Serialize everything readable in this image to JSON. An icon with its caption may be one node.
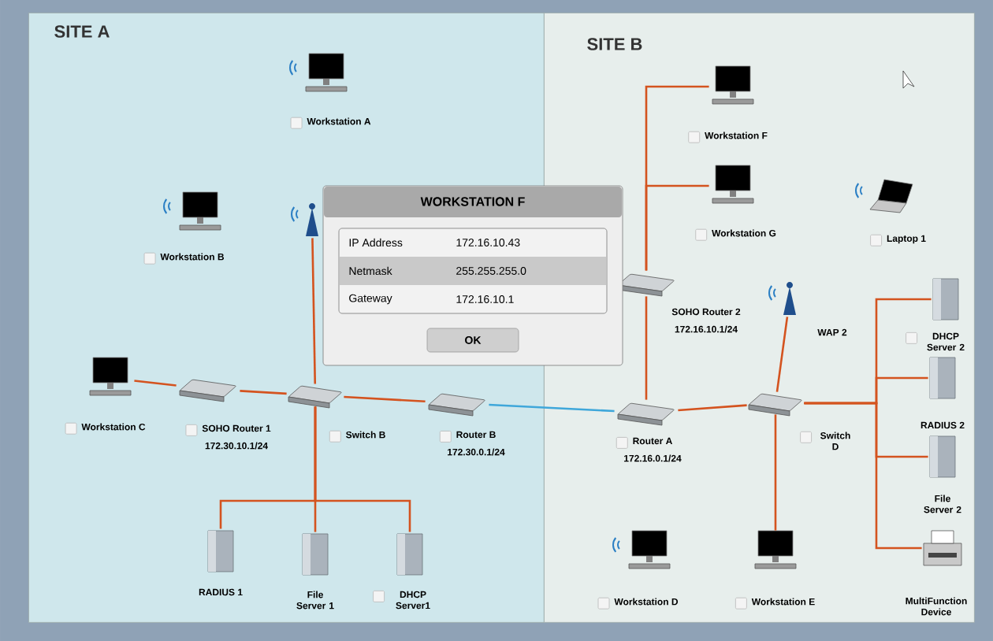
{
  "diagram": {
    "nodes": [
      {
        "text": [
          "SITE A"
        ]
      },
      {
        "text": [
          "SITE B"
        ]
      },
      {
        "text": [
          "Workstation A"
        ],
        "in": 0
      },
      {
        "text": [
          "Workstation B"
        ],
        "in": 0
      },
      {
        "text": [],
        "shape": "picture",
        "in": 0
      },
      {
        "text": [
          "Workstation C"
        ],
        "in": 0
      },
      {
        "text": [
          "SOHO Router 1",
          "172.30.10.1/24"
        ],
        "in": 0
      },
      {
        "text": [
          "Switch B"
        ],
        "in": 0
      },
      {
        "text": [
          "Router B",
          "172.30.0.1/24"
        ],
        "in": 0
      },
      {
        "text": [
          "RADIUS 1"
        ],
        "in": 0
      },
      {
        "text": [
          "File Server 1"
        ],
        "in": 0
      },
      {
        "text": [
          "DHCP Server1"
        ],
        "in": 0
      },
      {
        "text": [
          "Workstation F"
        ],
        "in": 1
      },
      {
        "text": [
          "Workstation G"
        ],
        "in": 1
      },
      {
        "text": [
          "Laptop 1"
        ],
        "in": 1
      },
      {
        "text": [
          "SOHO Router 2",
          "172.16.10.1/24"
        ],
        "in": 1
      },
      {
        "text": [
          "WAP 2"
        ],
        "in": 1
      },
      {
        "text": [
          "Switch D"
        ],
        "in": 1
      },
      {
        "text": [
          "Router A",
          "172.16.0.1/24"
        ],
        "in": 1
      },
      {
        "text": [
          "DHCP Server 2"
        ],
        "in": 1
      },
      {
        "text": [
          "RADIUS 2"
        ],
        "in": 1
      },
      {
        "text": [
          "File Server 2"
        ],
        "in": 1
      },
      {
        "text": [
          "MultiFunction Device"
        ],
        "in": 1
      },
      {
        "text": [
          "Workstation D"
        ],
        "in": 1
      },
      {
        "text": [
          "Workstation E"
        ],
        "in": 1
      },
      {
        "text": [
          "WORKSTATION F"
        ]
      },
      {
        "text": [
          "OK"
        ]
      }
    ],
    "edges": [
      {
        "from": 5,
        "to": 6,
        "arrow": "none"
      },
      {
        "from": 6,
        "to": 7,
        "arrow": "none"
      },
      {
        "from": 4,
        "to": 7,
        "arrow": "none"
      },
      {
        "from": 7,
        "to": 8,
        "arrow": "none"
      },
      {
        "from": 7,
        "to": 9,
        "arrow": "none"
      },
      {
        "from": 7,
        "to": 10,
        "arrow": "none"
      },
      {
        "from": 7,
        "to": 11,
        "arrow": "none"
      },
      {
        "from": 8,
        "to": 18,
        "arrow": "none",
        "color": "#3fa7da"
      },
      {
        "from": 18,
        "to": 15,
        "arrow": "none"
      },
      {
        "from": 15,
        "to": 12,
        "arrow": "none"
      },
      {
        "from": 15,
        "to": 13,
        "arrow": "none"
      },
      {
        "from": 18,
        "to": 17,
        "arrow": "none"
      },
      {
        "from": 16,
        "to": 17,
        "arrow": "none"
      },
      {
        "from": 17,
        "to": 24,
        "arrow": "none"
      },
      {
        "from": 17,
        "to": 19,
        "arrow": "none"
      },
      {
        "from": 17,
        "to": 20,
        "arrow": "none"
      },
      {
        "from": 17,
        "to": 21,
        "arrow": "none"
      },
      {
        "from": 17,
        "to": 22,
        "arrow": "none"
      }
    ],
    "labels": [
      "IP Address",
      "172.16.10.43",
      "Netmask",
      "255.255.255.0",
      "Gateway",
      "172.16.10.1"
    ]
  }
}
